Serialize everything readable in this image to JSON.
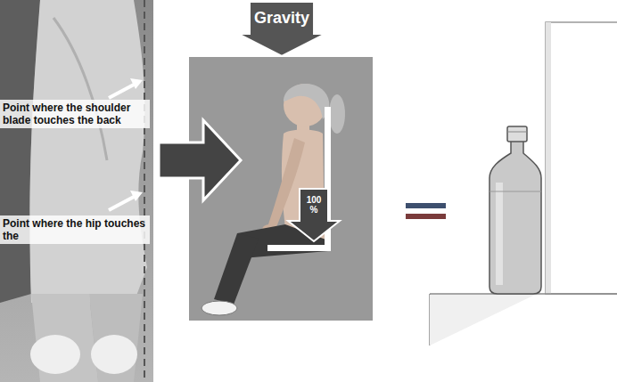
{
  "diagram": {
    "nodes": [
      {
        "text": [
          "Gravity"
        ]
      },
      {
        "text": [
          "100 %"
        ]
      }
    ],
    "labels": [
      "Point where the shoulder blade touches the back",
      "Point where the hip touches the"
    ]
  }
}
